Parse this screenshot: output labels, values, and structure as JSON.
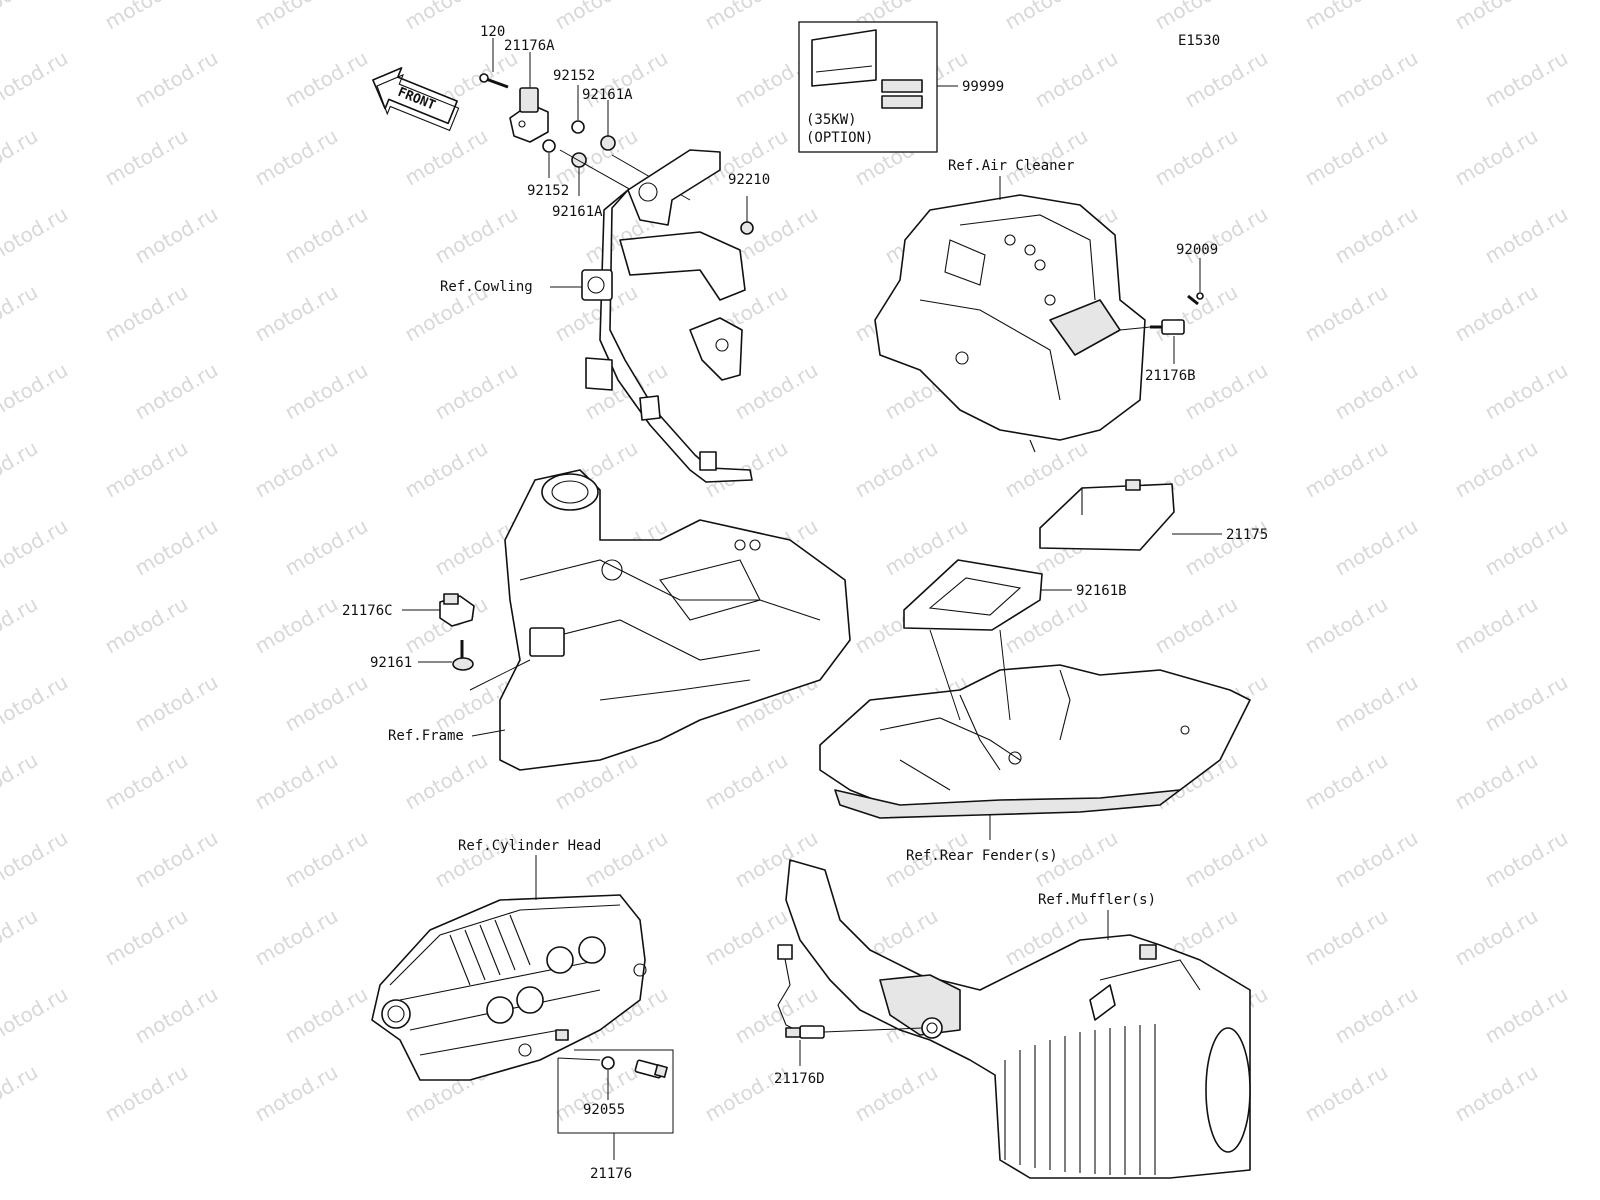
{
  "diagram": {
    "code": "E1530",
    "watermark": "motod.ru",
    "front_arrow": "FRONT",
    "option_box": {
      "line1": "(35KW)",
      "line2": "(OPTION)"
    },
    "parts": {
      "p120": "120",
      "p21176A": "21176A",
      "p92152a": "92152",
      "p92161Aa": "92161A",
      "p92152b": "92152",
      "p92161Ab": "92161A",
      "p92210": "92210",
      "p99999": "99999",
      "p92009": "92009",
      "p21176B": "21176B",
      "p21175": "21175",
      "p92161B": "92161B",
      "p21176C": "21176C",
      "p92161": "92161",
      "p92055": "92055",
      "p21176": "21176",
      "p21176D": "21176D"
    },
    "refs": {
      "cowling": "Ref.Cowling",
      "air_cleaner": "Ref.Air Cleaner",
      "frame": "Ref.Frame",
      "rear_fender": "Ref.Rear Fender(s)",
      "cylinder_head": "Ref.Cylinder Head",
      "muffler": "Ref.Muffler(s)"
    }
  }
}
